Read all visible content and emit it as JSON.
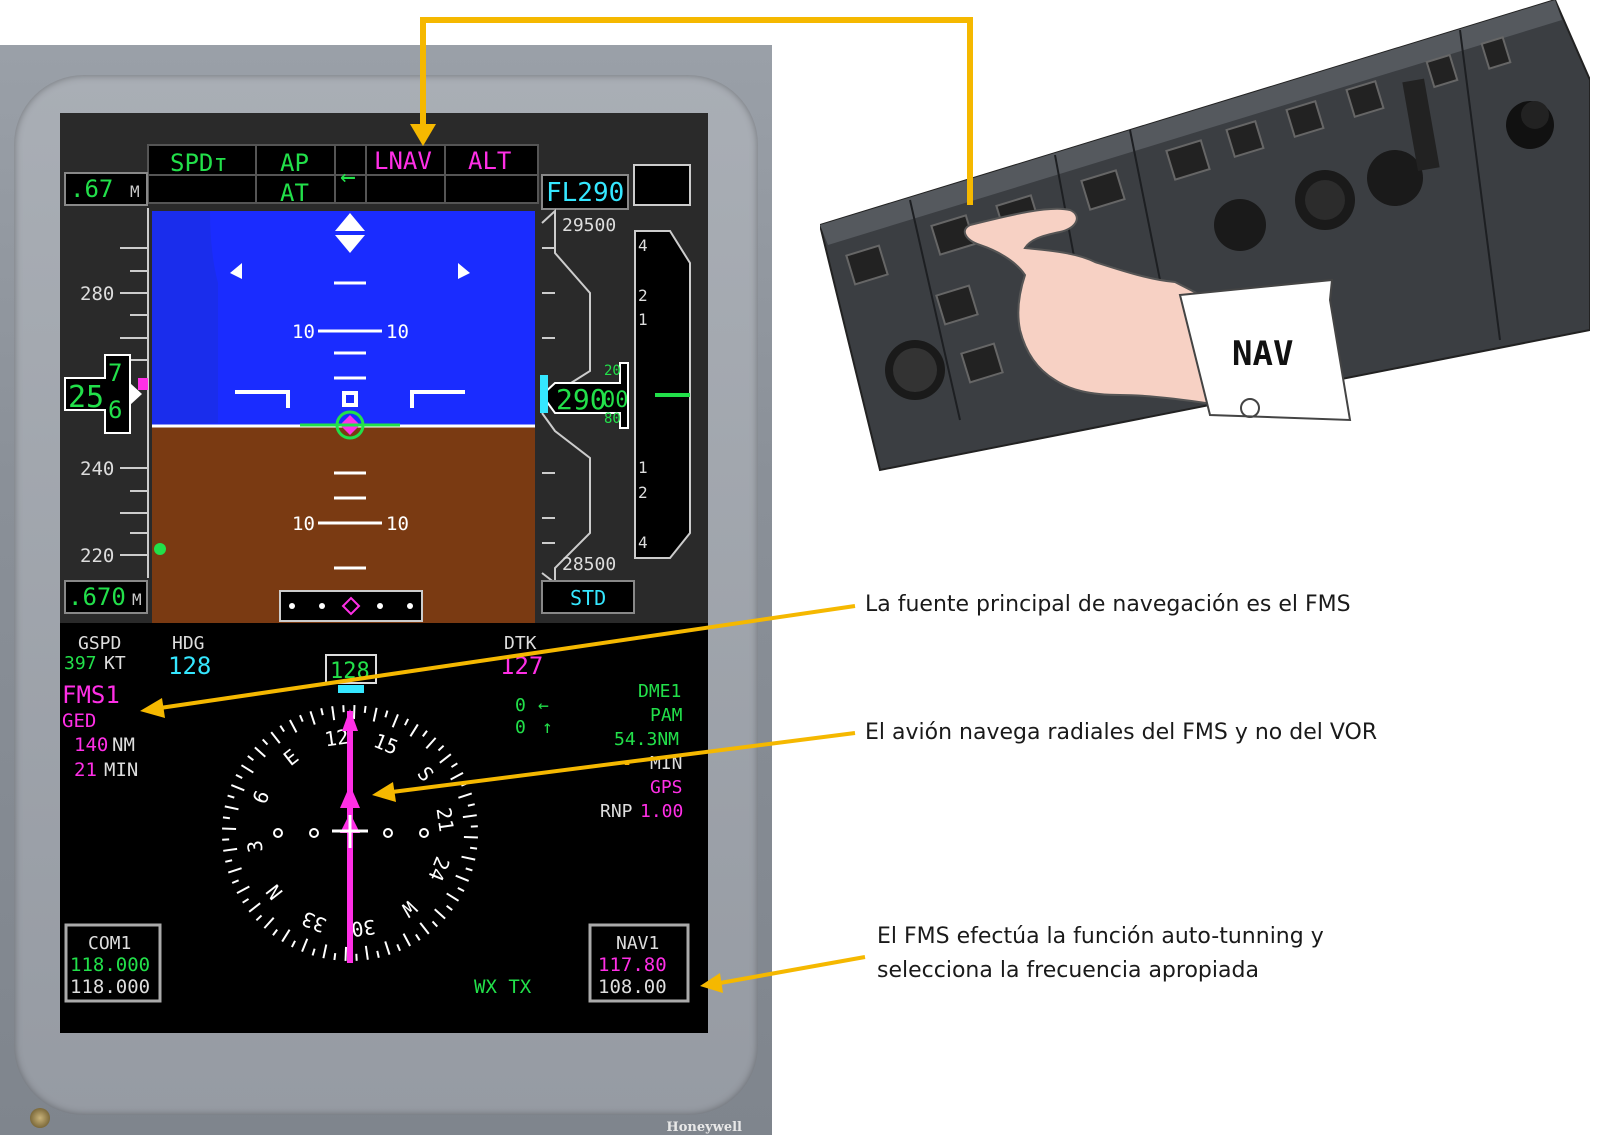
{
  "pfd": {
    "fma": {
      "spd": "SPDт",
      "ap": "AP",
      "at": "AT",
      "lnav": "LNAV",
      "alt": "ALT"
    },
    "mach_top": ".67",
    "mach_unit": "M",
    "mach_bottom": ".670",
    "fl_sel": "FL290",
    "alt_top": "29500",
    "alt_bottom": "28500",
    "baro": "STD",
    "speed_scale": [
      "280",
      "240",
      "220"
    ],
    "speed_current": "25",
    "speed_roll_top": "7",
    "speed_roll_bot": "6",
    "alt_current": "290",
    "alt_roll": "00",
    "alt_roll_top": "20",
    "alt_roll_bot": "80",
    "pitch_labels": [
      "10",
      "10",
      "10",
      "10"
    ],
    "vs_labels": [
      "4",
      "2",
      "1",
      "1",
      "2",
      "4"
    ]
  },
  "mfd": {
    "gspd_label": "GSPD",
    "gspd_value": "397",
    "gspd_unit": "KT",
    "hdg_label": "HDG",
    "hdg_value": "128",
    "dtk_label": "DTK",
    "dtk_value": "127",
    "heading_box": "128",
    "nav_source": "FMS1",
    "waypoint": "GED",
    "dist_value": "140",
    "dist_unit": "NM",
    "time_value": "21",
    "time_unit": "MIN",
    "wind_a": "0",
    "wind_b": "0",
    "dme_label": "DME1",
    "dme_station": "PAM",
    "dme_dist": "54.3NM",
    "dme_time_dash": "---",
    "dme_time_unit": "MIN",
    "gps": "GPS",
    "rnp_label": "RNP",
    "rnp_value": "1.00",
    "compass": [
      "N",
      "3",
      "6",
      "E",
      "12",
      "15",
      "S",
      "21",
      "24",
      "W",
      "30",
      "33"
    ],
    "com_label": "COM1",
    "com_active": "118.000",
    "com_standby": "118.000",
    "nav_label": "NAV1",
    "nav_active": "117.80",
    "nav_standby": "108.00",
    "wx": "WX TX"
  },
  "brand": "Honeywell",
  "panel_label": "NAV",
  "annotations": {
    "a1": "La fuente principal de navegación es el FMS",
    "a2": "El avión navega radiales del FMS y no del VOR",
    "a3_line1": "El FMS efectúa la función auto-tunning y",
    "a3_line2": "selecciona la frecuencia apropiada"
  },
  "colors": {
    "green": "#22e04a",
    "magenta": "#ff2fe6",
    "cyan": "#35e7ff",
    "sky": "#1a2cff",
    "ground": "#7a3a12",
    "arrow": "#f5b800"
  }
}
